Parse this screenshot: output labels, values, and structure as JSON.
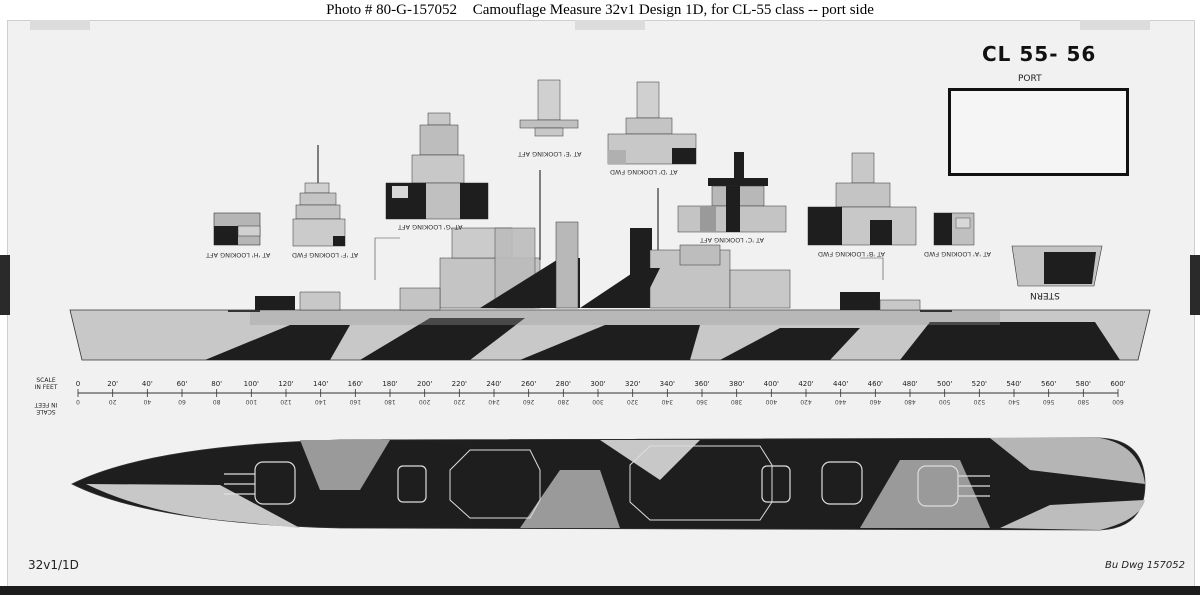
{
  "caption": {
    "photo_no": "Photo #  80-G-157052",
    "title": "Camouflage Measure 32v1 Design 1D, for CL-55 class -- port side"
  },
  "sheet": {
    "hull_id": "CL 55- 56",
    "port_label": "PORT",
    "stern_label": "STERN",
    "design_id": "32v1/1D",
    "ref_id": "Bu Dwg 157052",
    "view_labels": [
      {
        "key": "h",
        "text": "AT 'H' LOOKING AFT"
      },
      {
        "key": "f",
        "text": "AT 'F' LOOKING FWD"
      },
      {
        "key": "g",
        "text": "AT 'G' LOOKING AFT"
      },
      {
        "key": "e",
        "text": "AT 'E' LOOKING AFT"
      },
      {
        "key": "d",
        "text": "AT 'D' LOOKING FWD"
      },
      {
        "key": "c",
        "text": "AT 'C' LOOKING AFT"
      },
      {
        "key": "b",
        "text": "AT 'B' LOOKING FWD"
      },
      {
        "key": "a",
        "text": "AT 'A' LOOKING FWD"
      }
    ],
    "scale": {
      "title": "SCALE IN FEET",
      "ticks": [
        "0",
        "20'",
        "40'",
        "60'",
        "80'",
        "100'",
        "120'",
        "140'",
        "160'",
        "180'",
        "200'",
        "220'",
        "240'",
        "260'",
        "280'",
        "300'",
        "320'",
        "340'",
        "360'",
        "380'",
        "400'",
        "420'",
        "440'",
        "460'",
        "480'",
        "500'",
        "520'",
        "540'",
        "560'",
        "580'",
        "600'"
      ],
      "ticks_small": [
        "0",
        "20",
        "40",
        "60",
        "80",
        "100",
        "120",
        "140",
        "160",
        "180",
        "200",
        "220",
        "240",
        "260",
        "280",
        "300",
        "320",
        "340",
        "360",
        "380",
        "400",
        "420",
        "440",
        "460",
        "480",
        "500",
        "520",
        "540",
        "560",
        "580",
        "600"
      ]
    }
  },
  "colors": {
    "dark": "#1e1e1e",
    "light": "#c9c9c9",
    "mid": "#9b9b9b",
    "paper": "#f1f1f1"
  }
}
